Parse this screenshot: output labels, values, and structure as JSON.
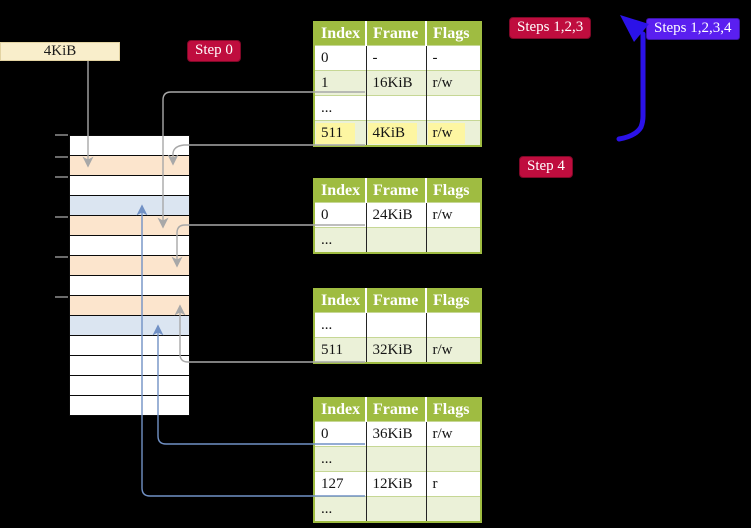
{
  "frame_label": {
    "text": "4KiB"
  },
  "badges": {
    "step0": {
      "text": "Step 0"
    },
    "steps123": {
      "text": "Steps 1,2,3"
    },
    "steps1234": {
      "text": "Steps 1,2,3,4"
    },
    "step4": {
      "text": "Step 4"
    }
  },
  "table_headers": [
    "Index",
    "Frame",
    "Flags"
  ],
  "tables": [
    {
      "name": "page-table-top",
      "rows": [
        {
          "index": "0",
          "frame": "-",
          "flags": "-"
        },
        {
          "index": "1",
          "frame": "16KiB",
          "flags": "r/w"
        },
        {
          "index": "...",
          "frame": "",
          "flags": ""
        },
        {
          "index": "511",
          "frame": "4KiB",
          "flags": "r/w",
          "highlighted": true
        }
      ]
    },
    {
      "name": "page-table-second",
      "rows": [
        {
          "index": "0",
          "frame": "24KiB",
          "flags": "r/w"
        },
        {
          "index": "...",
          "frame": "",
          "flags": ""
        }
      ]
    },
    {
      "name": "page-table-third",
      "rows": [
        {
          "index": "...",
          "frame": "",
          "flags": ""
        },
        {
          "index": "511",
          "frame": "32KiB",
          "flags": "r/w"
        }
      ]
    },
    {
      "name": "page-table-bottom",
      "rows": [
        {
          "index": "0",
          "frame": "36KiB",
          "flags": "r/w"
        },
        {
          "index": "...",
          "frame": "",
          "flags": ""
        },
        {
          "index": "127",
          "frame": "12KiB",
          "flags": "r"
        },
        {
          "index": "...",
          "frame": "",
          "flags": ""
        }
      ]
    }
  ],
  "memory": {
    "rows": [
      "white",
      "peach",
      "white",
      "blue",
      "peach",
      "white",
      "peach",
      "white",
      "peach",
      "blue",
      "white",
      "white",
      "white",
      "white"
    ]
  },
  "colors": {
    "background": "#000000",
    "table_header_green": "#9fbc41",
    "table_row_green": "#ebf1d8",
    "highlight_yellow": "#fdf6a2",
    "frame_peach": "#fce5cd",
    "frame_blue": "#dbe5f1",
    "label_cream": "#f9eecb",
    "badge_crimson": "#bf0d3e",
    "badge_violet": "#5a1ff0",
    "connector_gray": "#a8a8a8",
    "connector_blue": "#7191c5",
    "big_arrow_blue": "#2b12e8"
  }
}
